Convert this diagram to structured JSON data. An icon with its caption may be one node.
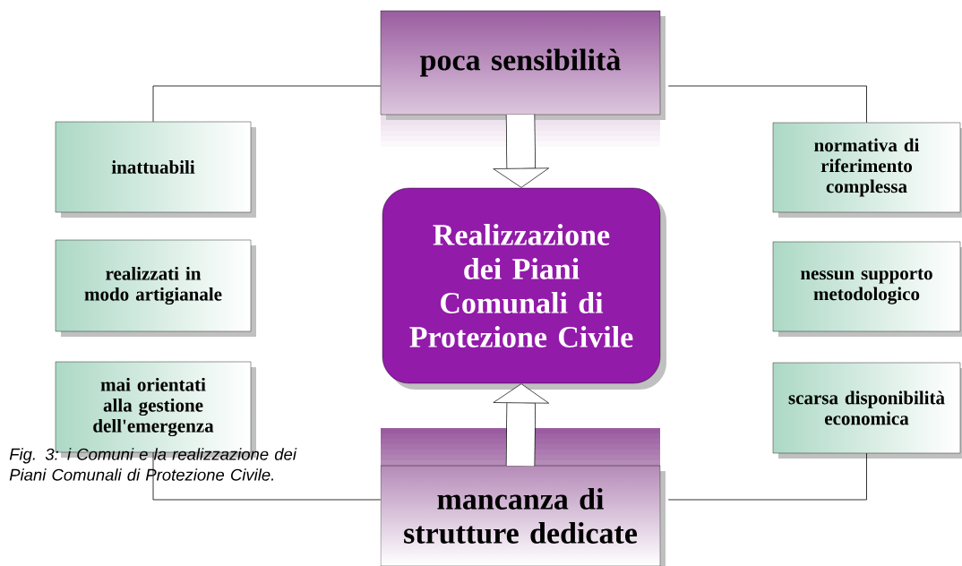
{
  "diagram": {
    "caption": "Fig. 3: i Comuni e la realizzazione dei Piani Comunali di Protezione Civile.",
    "nodes": [
      {
        "text": [
          "poca sensibilità"
        ]
      },
      {
        "text": [
          "inattuabili"
        ]
      },
      {
        "text": [
          "realizzati in modo artigianale"
        ]
      },
      {
        "text": [
          "mai orientati alla gestione dell'emergenza"
        ]
      },
      {
        "text": [
          "Realizzazione dei Piani Comunali di Protezione Civile"
        ]
      },
      {
        "text": [
          "normativa di riferimento complessa"
        ]
      },
      {
        "text": [
          "nessun supporto metodologico"
        ]
      },
      {
        "text": [
          "scarsa disponibilità economica"
        ]
      },
      {
        "text": [
          "mancanza di strutture dedicate"
        ]
      }
    ],
    "edges": [
      {
        "from": 0,
        "to": 1,
        "arrow": "none"
      },
      {
        "from": 0,
        "to": 5,
        "arrow": "none"
      },
      {
        "from": 8,
        "to": 3,
        "arrow": "none"
      },
      {
        "from": 8,
        "to": 7,
        "arrow": "none"
      },
      {
        "from": 0,
        "to": 4,
        "arrow": "to",
        "style": "thick"
      },
      {
        "from": 8,
        "to": 4,
        "arrow": "to",
        "style": "thick"
      }
    ]
  }
}
